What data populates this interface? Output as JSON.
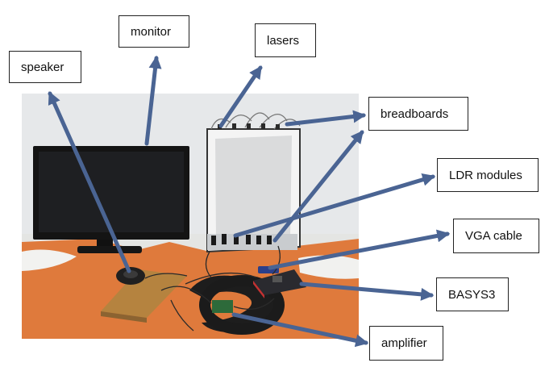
{
  "figure": {
    "labels": {
      "speaker": "speaker",
      "monitor": "monitor",
      "lasers": "lasers",
      "breadboards": "breadboards",
      "ldr": "LDR modules",
      "vga": "VGA cable",
      "basys": "BASYS3",
      "amplifier": "amplifier"
    },
    "colors": {
      "arrow": "#4a6493",
      "wall": "#e6e8ea",
      "table": "#e2e3e1",
      "orange": "#e0763a",
      "dark": "#1d1d1d"
    }
  }
}
